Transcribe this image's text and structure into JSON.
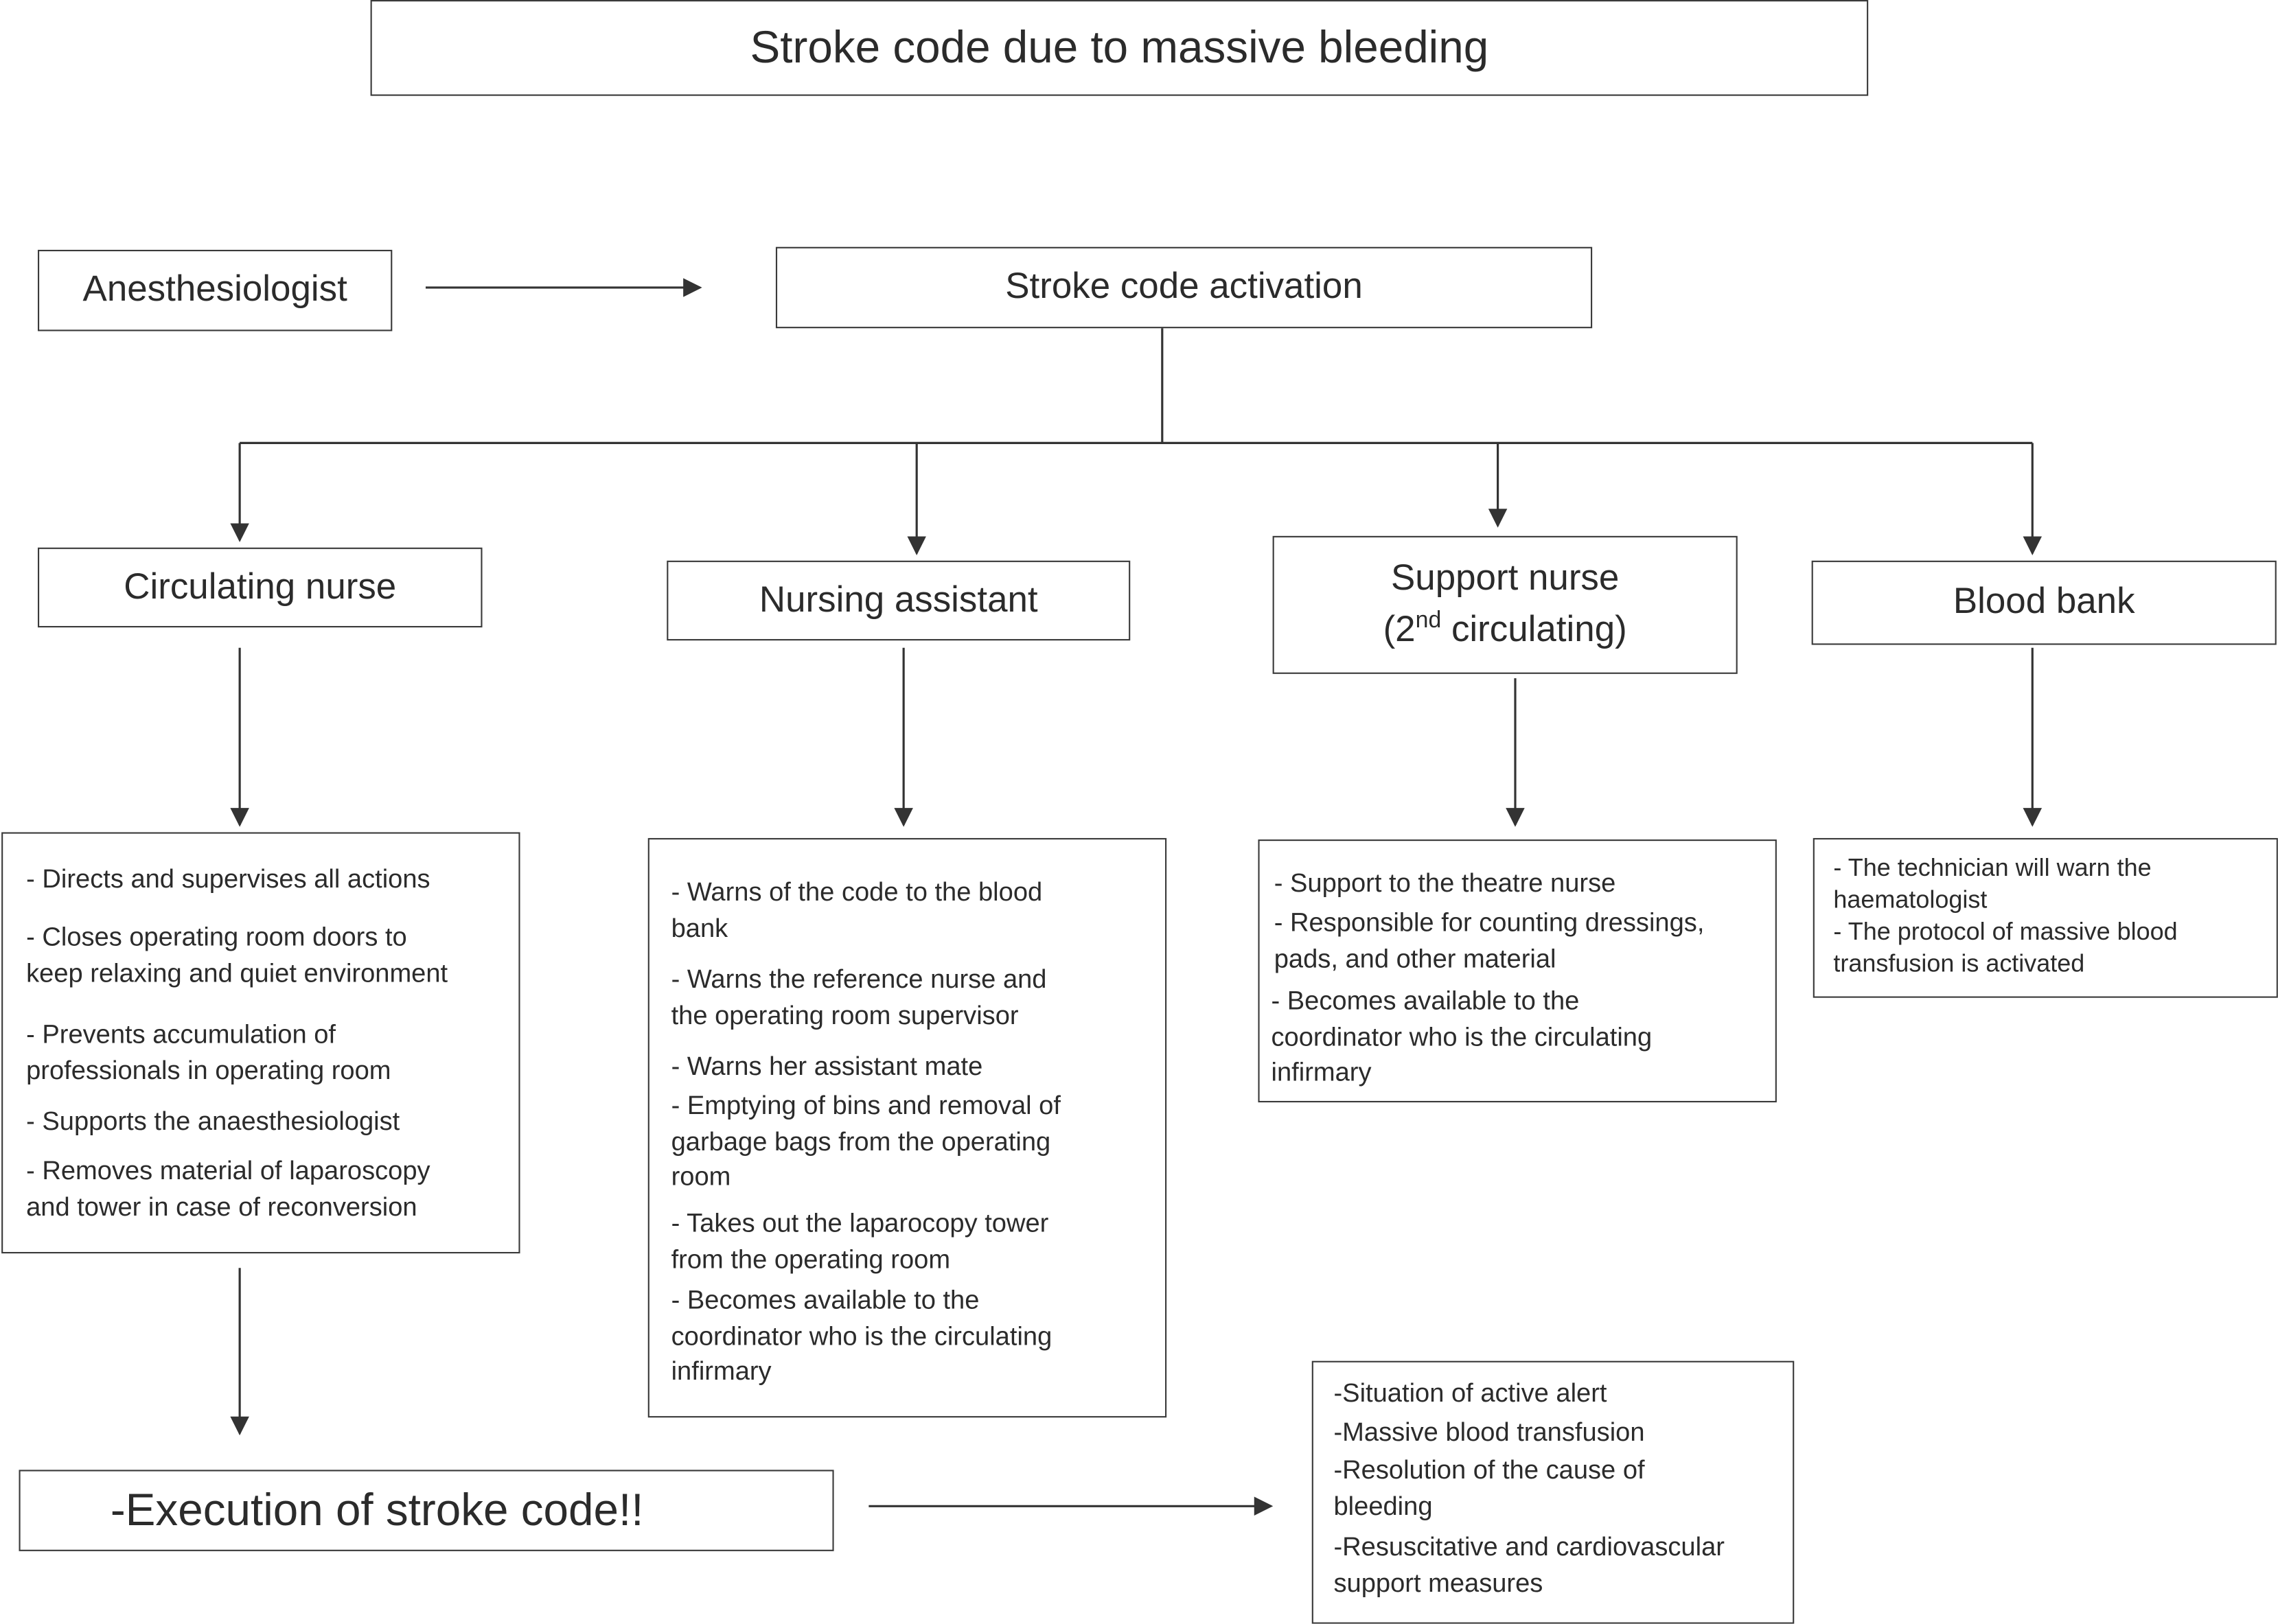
{
  "title": "Stroke code due to massive bleeding",
  "anesthesiologist": "Anesthesiologist",
  "activation": "Stroke code activation",
  "roles": {
    "circulating": "Circulating nurse",
    "assistant": "Nursing assistant",
    "support_line1": "Support nurse",
    "support_pre": "(2",
    "support_sup": "nd",
    "support_post": " circulating)",
    "bloodbank": "Blood bank"
  },
  "circulating_tasks": [
    [
      "- Directs and supervises all actions"
    ],
    [
      "- Closes operating room doors to",
      "keep relaxing and quiet environment"
    ],
    [
      "- Prevents accumulation of",
      "professionals in operating room"
    ],
    [
      "- Supports the anaesthesiologist"
    ],
    [
      "- Removes material of laparoscopy",
      "and tower in case of reconversion"
    ]
  ],
  "assistant_tasks": [
    [
      "- Warns of the code to the blood",
      "bank"
    ],
    [
      "- Warns the reference nurse and",
      "the operating room supervisor"
    ],
    [
      "- Warns her assistant mate"
    ],
    [
      "- Emptying of bins and removal of",
      "garbage bags from the operating",
      "room"
    ],
    [
      "- Takes out the laparocopy tower",
      "from the operating room"
    ],
    [
      "- Becomes available to the",
      "coordinator who is the circulating",
      "infirmary"
    ]
  ],
  "support_tasks": [
    [
      "- Support to the theatre nurse"
    ],
    [
      "- Responsible for counting dressings,",
      " pads, and other material"
    ],
    [
      "- Becomes available to the",
      "coordinator who is the circulating",
      "infirmary"
    ]
  ],
  "bloodbank_tasks": [
    [
      "- The technician will warn the",
      "haematologist"
    ],
    [
      "- The protocol of massive blood",
      "transfusion is activated"
    ]
  ],
  "execution": "-Execution of stroke code!!",
  "outcomes": [
    [
      "-Situation of active alert"
    ],
    [
      "-Massive blood transfusion"
    ],
    [
      "-Resolution of the cause of",
      "bleeding"
    ],
    [
      "-Resuscitative and cardiovascular",
      " support measures"
    ]
  ]
}
